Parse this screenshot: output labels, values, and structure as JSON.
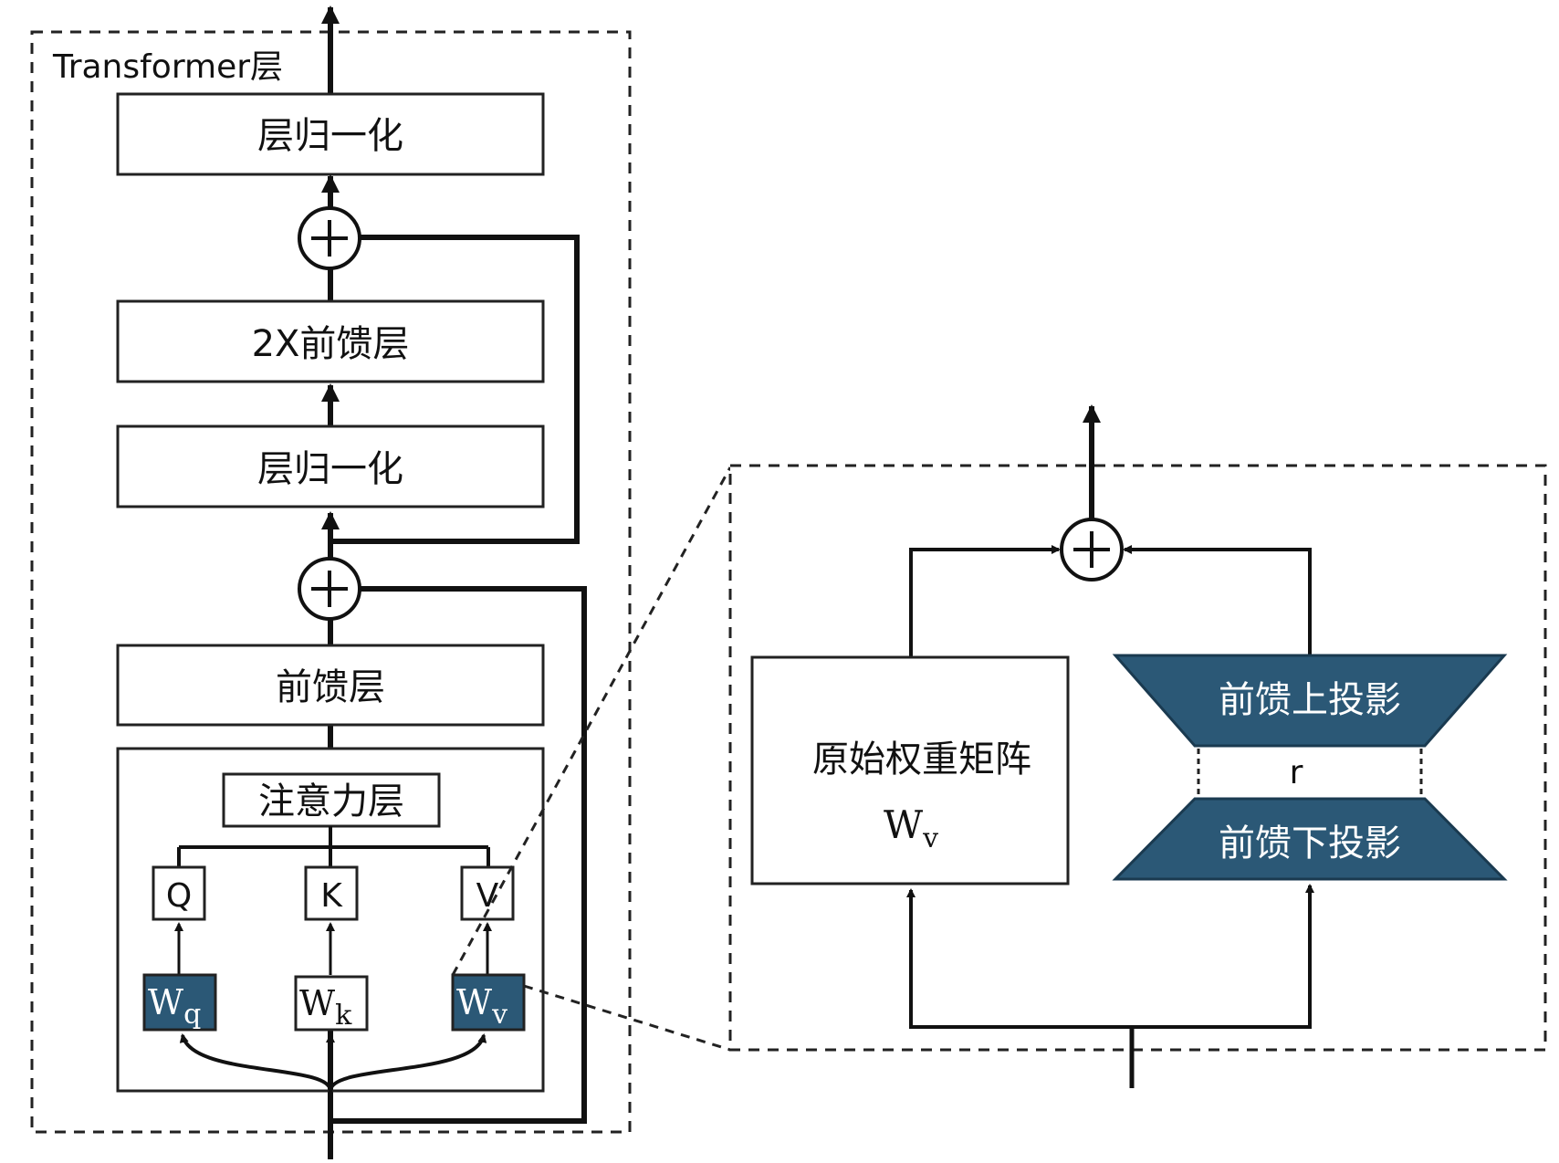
{
  "transformer": {
    "title": "Transformer层",
    "layer_norm_top": "层归一化",
    "ffn_2x": "2X前馈层",
    "layer_norm_mid": "层归一化",
    "ffn": "前馈层",
    "attention": "注意力层",
    "q": "Q",
    "k": "K",
    "v": "V",
    "w_main": "W",
    "wq_sub": "q",
    "wk_sub": "k",
    "wv_sub": "v"
  },
  "lora": {
    "orig_weight": "原始权重矩阵",
    "w_main": "W",
    "w_sub": "v",
    "up_proj": "前馈上投影",
    "down_proj": "前馈下投影",
    "rank": "r"
  },
  "colors": {
    "line": "#111111",
    "accent": "#2b5876",
    "accent_text": "#ffffff"
  },
  "icons": {
    "add": "plus-circle-icon"
  }
}
